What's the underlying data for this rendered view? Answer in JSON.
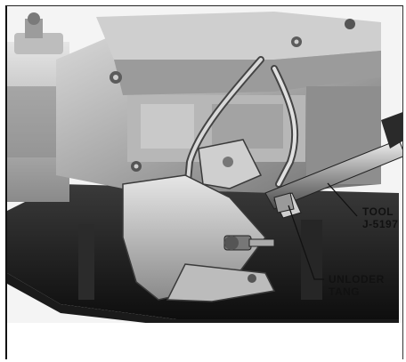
{
  "labels": {
    "tool": {
      "line1": "TOOL",
      "line2": "J-5197"
    },
    "unloader_tang": {
      "line1": "UNLODER",
      "line2": "TANG"
    }
  }
}
